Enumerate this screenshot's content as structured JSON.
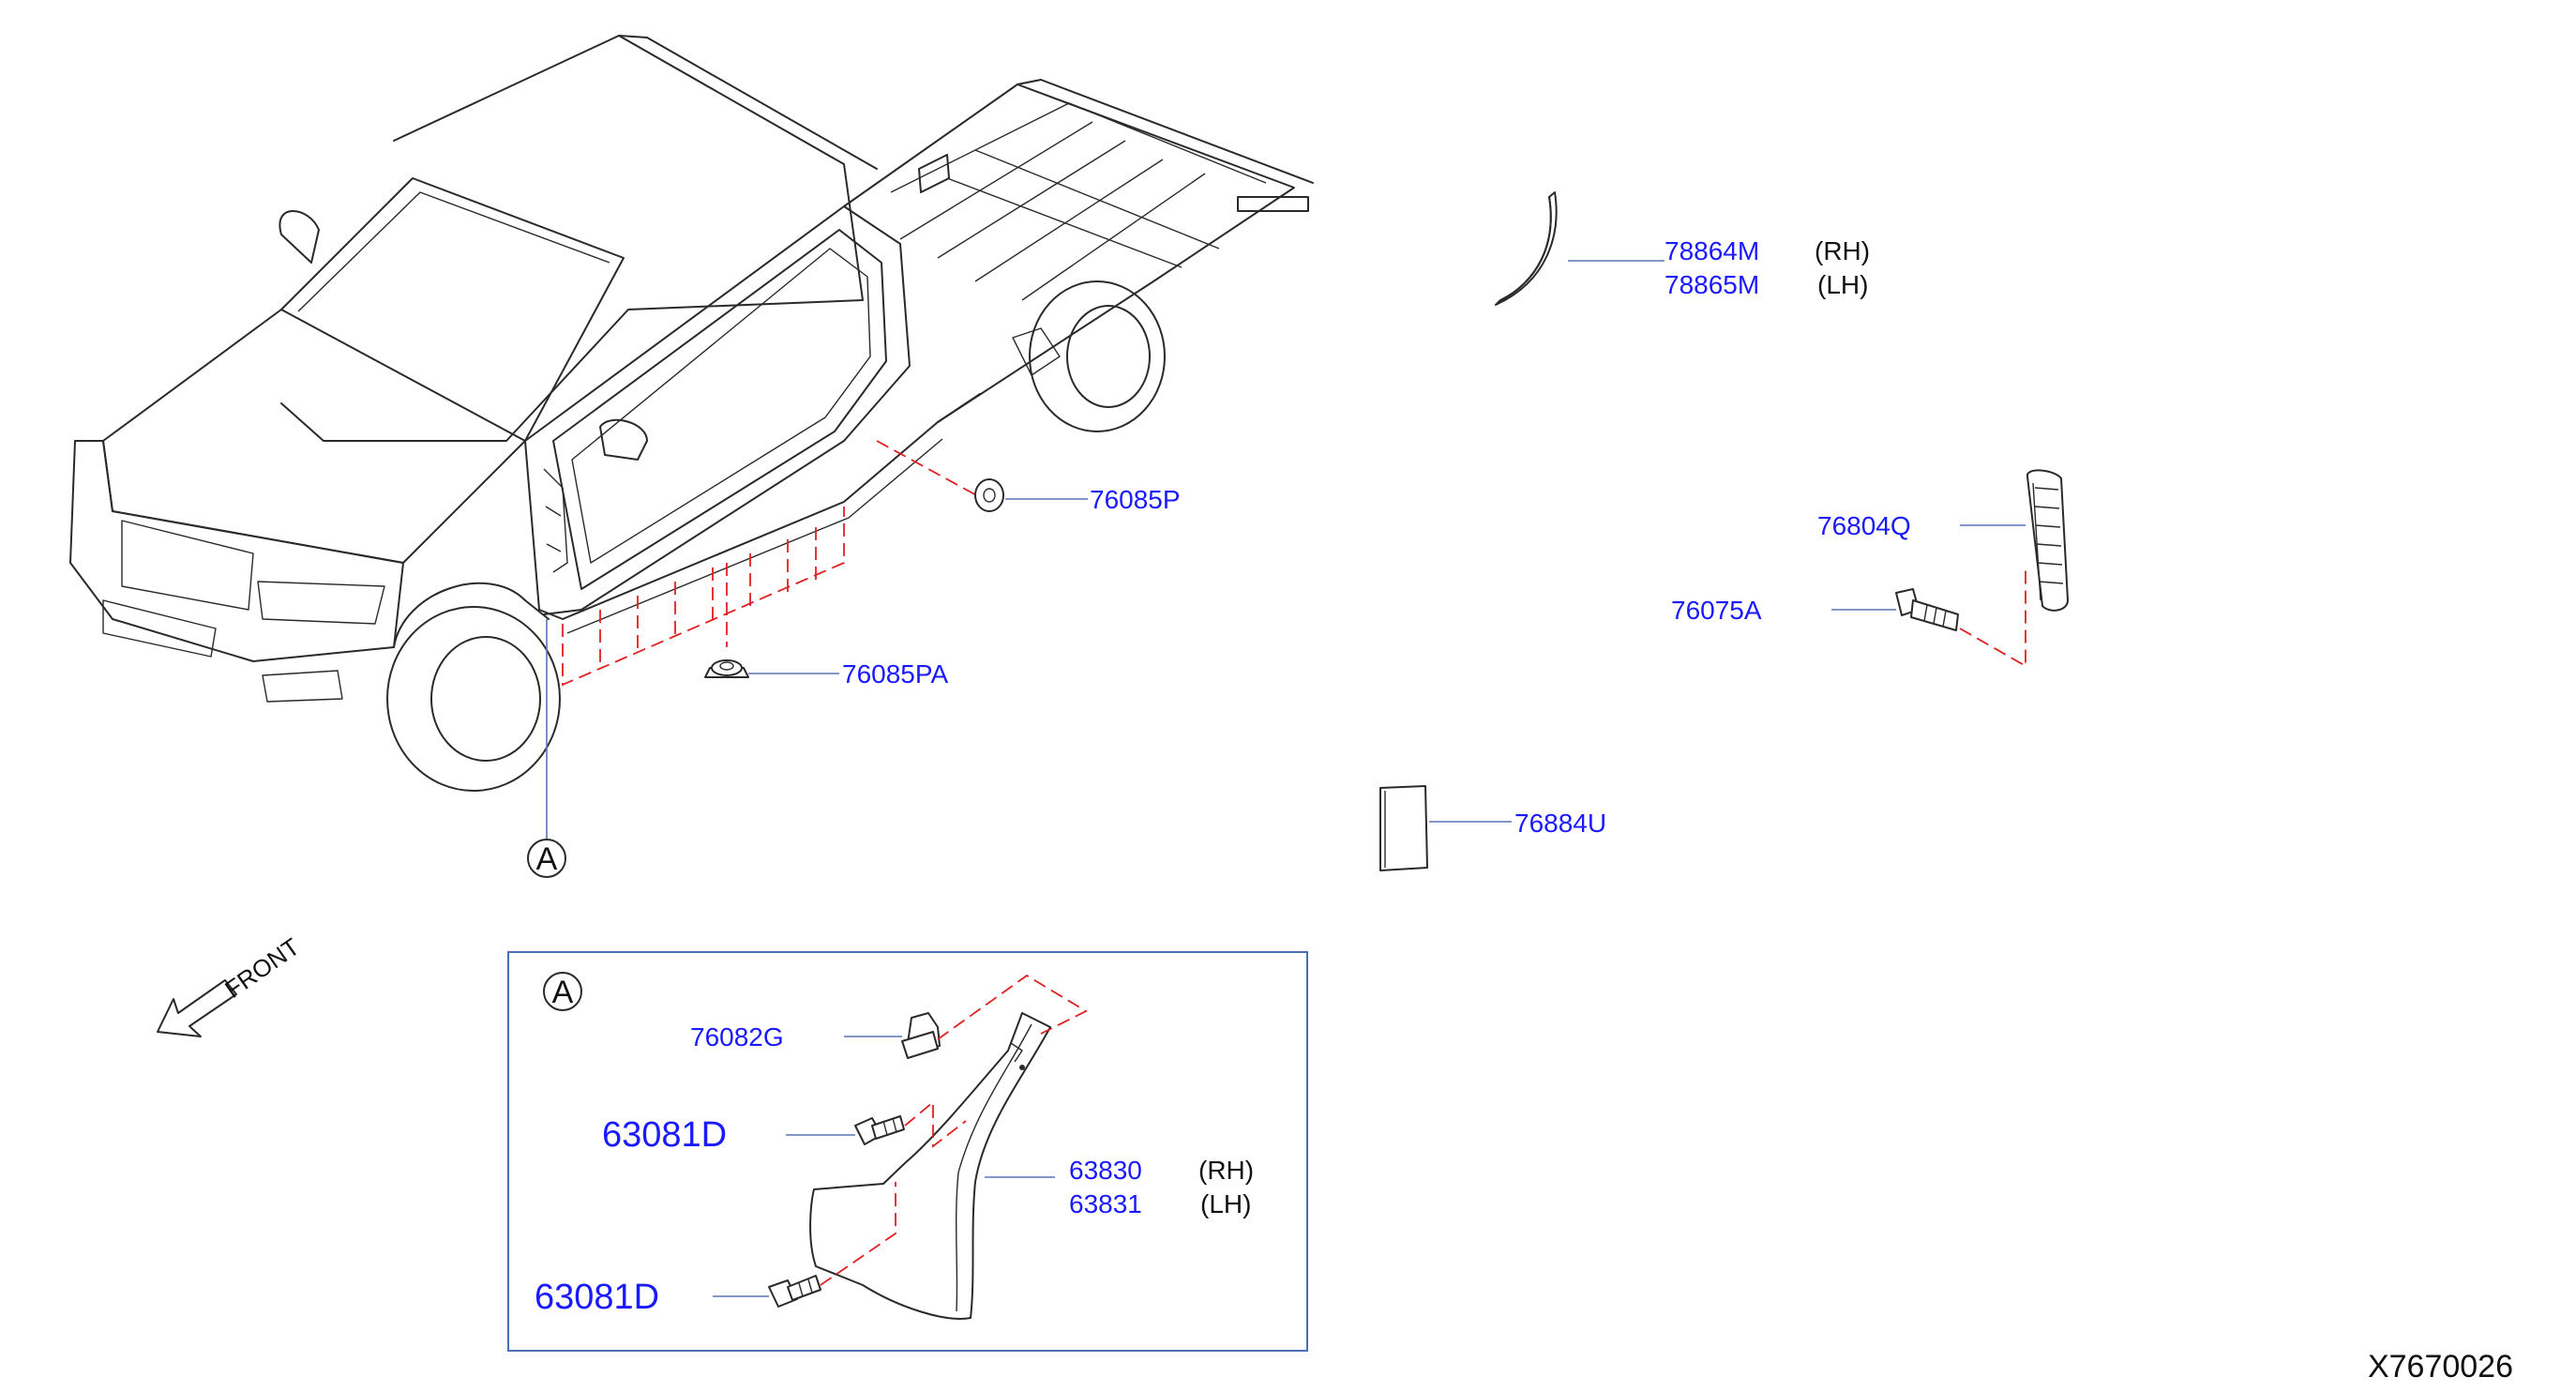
{
  "colors": {
    "part_number": "#1a1aff",
    "leader": "#5b72b8",
    "mounting_dash": "#e02020",
    "inset_border": "#4a6fb5",
    "drawing": "#2a2a2a"
  },
  "callouts": {
    "p78864m": {
      "number": "78864M",
      "side": "(RH)"
    },
    "p78865m": {
      "number": "78865M",
      "side": "(LH)"
    },
    "p76085p": {
      "number": "76085P"
    },
    "p76804q": {
      "number": "76804Q"
    },
    "p76075a": {
      "number": "76075A"
    },
    "p76085pa": {
      "number": "76085PA"
    },
    "p76884u": {
      "number": "76884U"
    },
    "p76082g": {
      "number": "76082G"
    },
    "p63081d_upper": {
      "number": "63081D"
    },
    "p63081d_lower": {
      "number": "63081D"
    },
    "p63830": {
      "number": "63830",
      "side": "(RH)"
    },
    "p63831": {
      "number": "63831",
      "side": "(LH)"
    }
  },
  "reference_marker": "A",
  "inset_marker": "A",
  "front_indicator": "FRONT",
  "diagram_code": "X7670026",
  "icons": {
    "front_arrow": "arrow-down-left-icon",
    "ref_marker": "circle-letter-icon"
  }
}
